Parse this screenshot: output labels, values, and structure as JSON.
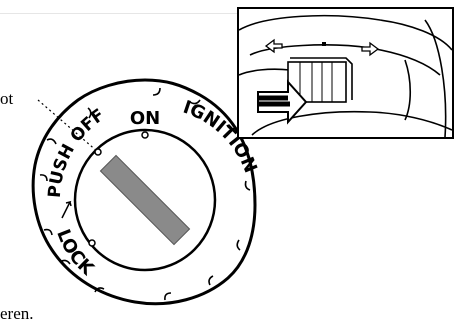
{
  "text_fragments": {
    "top": "ot",
    "bottom": "eren."
  },
  "dial": {
    "labels": {
      "push_off": "PUSH OFF",
      "on": "ON",
      "ignition": "IGNITION",
      "lock": "LOCK"
    }
  },
  "colors": {
    "key_fill": "#8a8a8a",
    "line": "#000000",
    "background": "#ffffff"
  },
  "icons": {
    "inset_left_arrow": "arrow-left-icon",
    "inset_right_arrow": "arrow-right-icon",
    "inset_push_arrow": "arrow-right-icon"
  }
}
